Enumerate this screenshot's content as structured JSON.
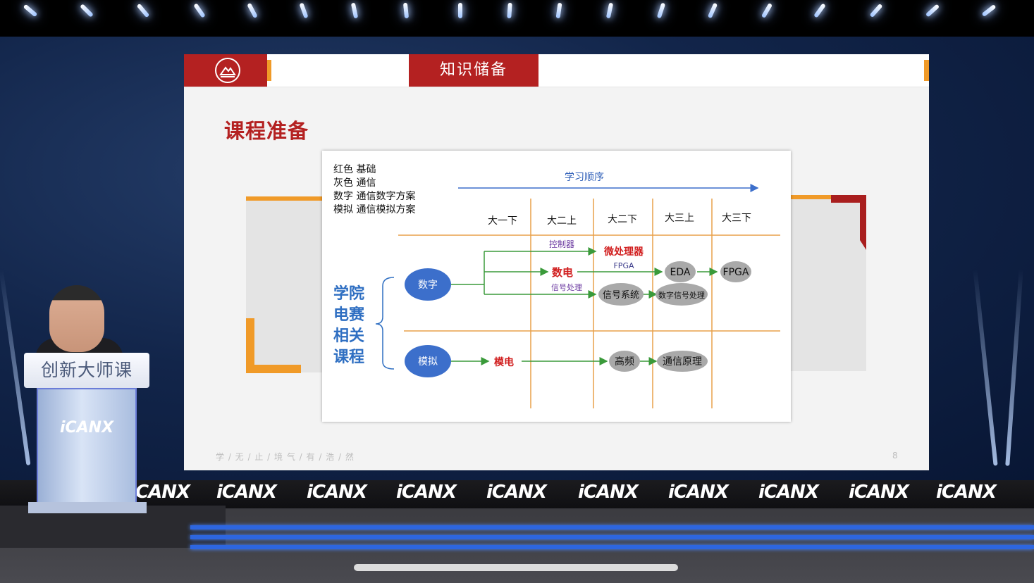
{
  "slide": {
    "logo_emblem": "校徽",
    "header_tab": "知识储备",
    "title": "课程准备",
    "footer_motto": "学 / 无 / 止 / 境   气 / 有 / 浩 / 然",
    "page_number": "8"
  },
  "diagram": {
    "legend": [
      "红色 基础",
      "灰色 通信",
      "数字 通信数字方案",
      "模拟 通信模拟方案"
    ],
    "order_label": "学习顺序",
    "semesters": [
      "大一下",
      "大二上",
      "大二下",
      "大三上",
      "大三下"
    ],
    "side_title": [
      "学院",
      "电赛",
      "相关",
      "课程"
    ],
    "nodes": {
      "digital": "数字",
      "analog": "模拟",
      "controller": "控制器",
      "microprocessor": "微处理器",
      "fpga_small": "FPGA",
      "digital_electronics": "数电",
      "signal_processing": "信号处理",
      "signals_systems": "信号系统",
      "eda": "EDA",
      "fpga": "FPGA",
      "dsp": "数字信号处理",
      "analog_electronics": "模电",
      "high_frequency": "高频",
      "comm_principles": "通信原理"
    }
  },
  "speaker": {
    "podium_sign": "创新大师课",
    "podium_brand": "iCANX"
  },
  "ticker": {
    "brand": "iCANX",
    "partial_brand": "CANX"
  },
  "colors": {
    "accent_red": "#b42121",
    "accent_orange": "#f09a28",
    "node_blue": "#3c6fcb",
    "node_gray": "#a9a9a9",
    "line_green": "#3a9a3a",
    "stripe_blue": "#2d66e0"
  }
}
